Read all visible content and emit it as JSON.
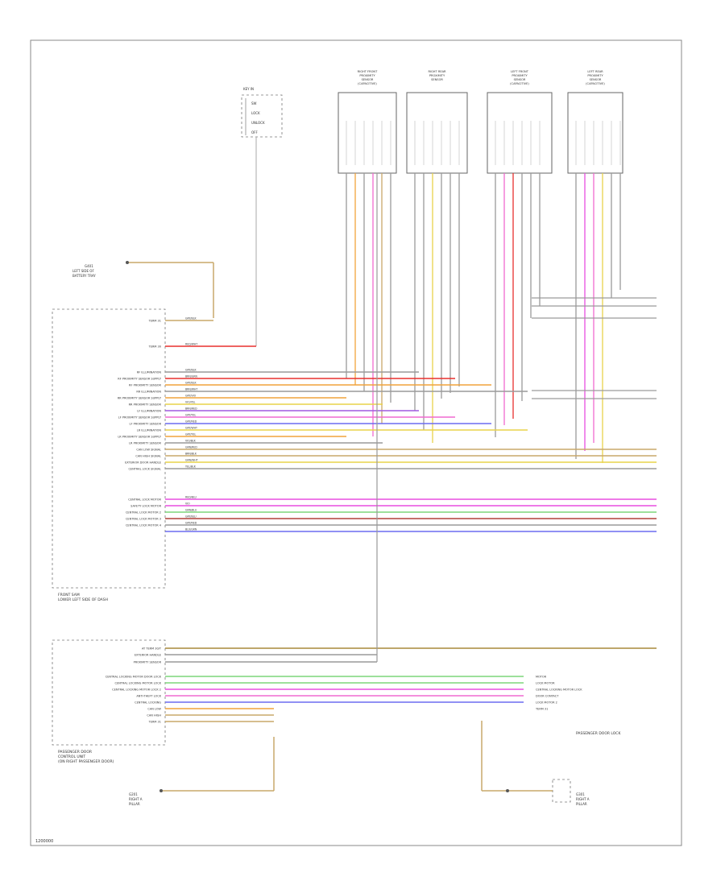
{
  "footer_code": "1200000",
  "modules": [
    {
      "name": "right-front-sensor",
      "label": [
        "RIGHT FRONT",
        "PROXIMITY",
        "SENSOR",
        "(CAPACITIVE)"
      ]
    },
    {
      "name": "right-rear-sensor",
      "label": [
        "RIGHT REAR",
        "PROXIMITY",
        "SENSOR"
      ]
    },
    {
      "name": "left-front-sensor",
      "label": [
        "LEFT FRONT",
        "PROXIMITY",
        "SENSOR",
        "(CAPACITIVE)"
      ]
    },
    {
      "name": "left-rear-sensor",
      "label": [
        "LEFT REAR",
        "PROXIMITY",
        "SENSOR",
        "(CAPACITIVE)"
      ]
    }
  ],
  "key_box": {
    "label": [
      "KEY IN",
      "SW",
      "LOCK",
      "UNLOCK",
      "OFF"
    ]
  },
  "ground_top": {
    "label": [
      "G401",
      "LEFT SIDE OF",
      "BATTERY TRAY"
    ]
  },
  "driver_unit": {
    "label": [
      "FRONT SAM",
      "LOWER LEFT SIDE OF DASH"
    ]
  },
  "driver_pins": [
    "TERM 31",
    "TERM 30",
    "RF ILLUMINATION",
    "RF PROXIMITY SENSOR SUPPLY",
    "RF PROXIMITY SENSOR",
    "RR ILLUMINATION",
    "RR PROXIMITY SENSOR SUPPLY",
    "RR PROXIMITY SENSOR",
    "LF ILLUMINATION",
    "LF PROXIMITY SENSOR SUPPLY",
    "LF PROXIMITY SENSOR",
    "LR ILLUMINATION",
    "LR PROXIMITY SENSOR SUPPLY",
    "LR PROXIMITY SENSOR",
    "CAN LOW SIGNAL",
    "CAN HIGH SIGNAL",
    "EXTERIOR DOOR HANDLE",
    "CENTRAL LOCK SIGNAL",
    "CENTRAL LOCK MOTOR",
    "SAFETY LOCK MOTOR",
    "CENTRAL LOCK MOTOR 2",
    "CENTRAL LOCK MOTOR 3",
    "CENTRAL LOCK MOTOR 4"
  ],
  "driver_wire_labels": [
    "GRY/BLK",
    "RED/WHT",
    "GRY/BLK",
    "BRN/GRN",
    "GRY/BLK",
    "BRN/WHT",
    "GRY/VIO",
    "VIO/YEL",
    "BRN/RED",
    "GRY/YEL",
    "GRY/RED",
    "GRY/WHT",
    "GRY/YEL",
    "VIO/BLK",
    "GRN/RED",
    "BRN/BLK",
    "GRN/WHT",
    "YEL/BLK",
    "RED/BLU",
    "VIO",
    "GRN/BLU",
    "GRY/BLU",
    "GRY/RED",
    "BLU/GRN"
  ],
  "pass_unit": {
    "label": [
      "PASSENGER DOOR",
      "CONTROL UNIT",
      "(ON RIGHT PASSENGER DOOR)"
    ]
  },
  "pass_pins": [
    "AT TERM 30/T",
    "EXTERIOR HANDLE",
    "PROXIMITY SENSOR",
    "CENTRAL LOCKING MOTOR DOOR LOCK",
    "CENTRAL LOCKING MOTOR LOCK",
    "CENTRAL LOCKING MOTOR LOCK 2",
    "ANTI-THEFT LOCK",
    "CENTRAL LOCKING",
    "CAN LOW",
    "CAN HIGH",
    "TERM 31"
  ],
  "pass_right_pins": [
    "MOTOR",
    "LOCK MOTOR",
    "CENTRAL LOCKING MOTOR LOCK",
    "DOOR CONTACT",
    "LOCK MOTOR 2",
    "TERM 31"
  ],
  "pass_unit_right": {
    "label": [
      "PASSENGER DOOR LOCK"
    ]
  },
  "ground_bottom_left": {
    "label": [
      "G201",
      "RIGHT A",
      "PILLAR"
    ]
  },
  "ground_bottom_right": {
    "label": [
      "G301",
      "RIGHT A",
      "PILLAR"
    ]
  },
  "wire_colors": {
    "red": "#e8302e",
    "orange": "#f0a33c",
    "yellow": "#e9d34a",
    "pink": "#f06ad0",
    "magenta": "#e84fe0",
    "blue": "#6b6cf0",
    "green": "#7dd67a",
    "brown": "#a88a3a",
    "gray": "#9a9a9a",
    "tan": "#c9a86a",
    "purple": "#a05ae0",
    "darkred": "#b0403a"
  }
}
